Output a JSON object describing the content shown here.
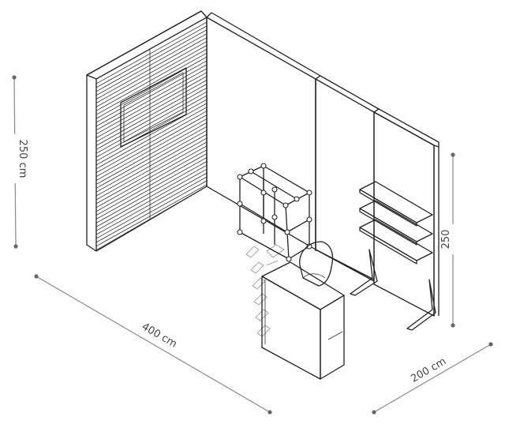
{
  "dimensions": {
    "height_left": "250 cm",
    "width_front": "400 cm",
    "depth_right": "200 cm",
    "height_right": "250"
  },
  "colors": {
    "ink": "#222222",
    "dimension": "#8a8a8a",
    "label_bg": "#ffffff"
  }
}
